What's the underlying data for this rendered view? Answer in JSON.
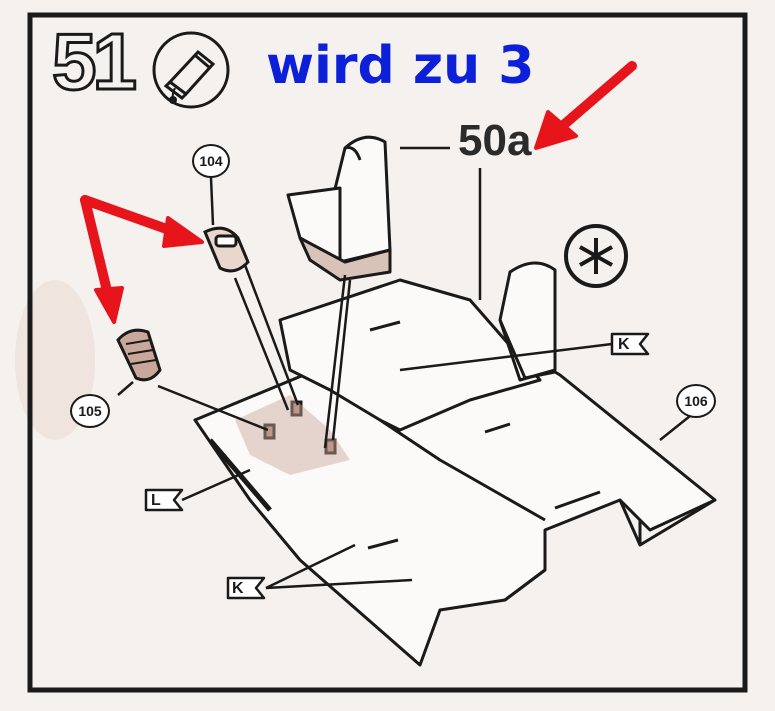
{
  "step": {
    "number": "51"
  },
  "annotation": {
    "title": "wird zu 3",
    "color": "#0b20d8"
  },
  "labels": {
    "part_50a": "50a",
    "part_104": "104",
    "part_105": "105",
    "part_106": "106",
    "flag_k_upper": "K",
    "flag_l": "L",
    "flag_k_lower": "K"
  },
  "icons": [
    "glue-tube-icon",
    "paint-asterisk-icon"
  ],
  "colors": {
    "frame": "#1a1a1a",
    "arrow": "#e8141c",
    "parts_shading": "#b98a78"
  }
}
